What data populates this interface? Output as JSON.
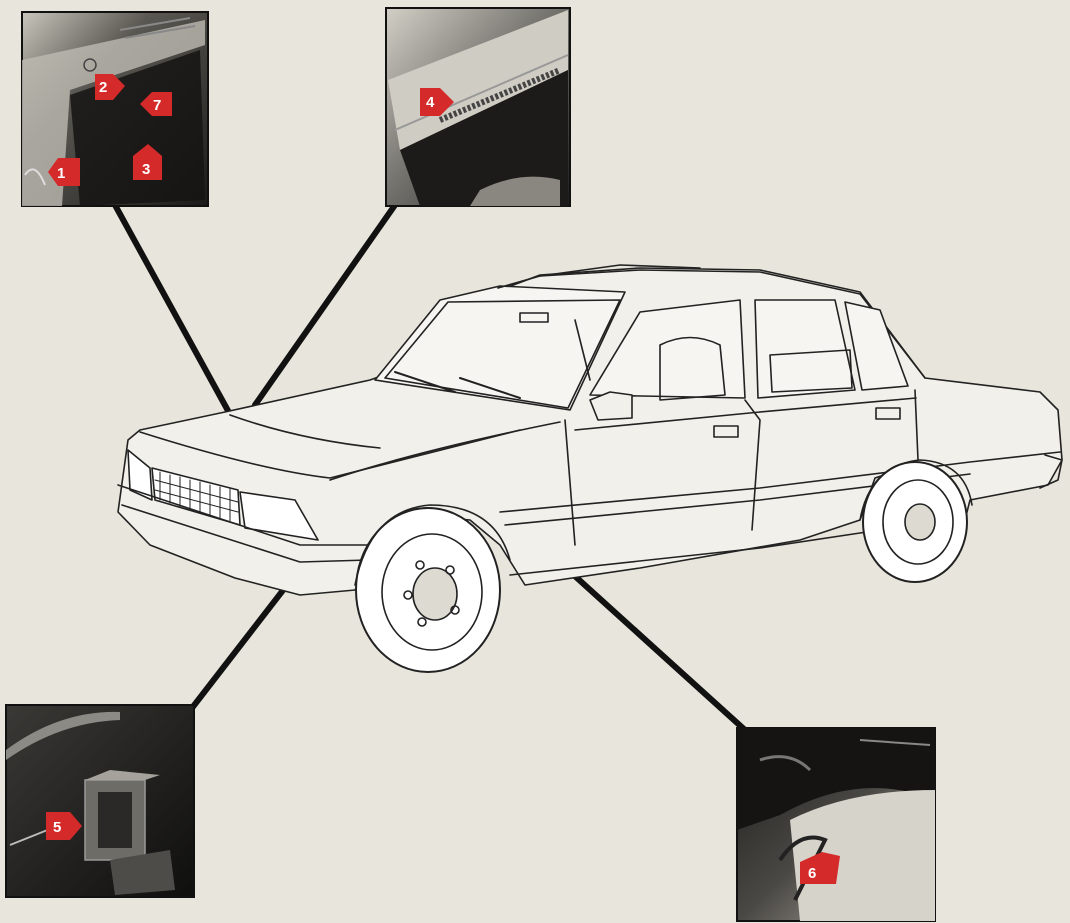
{
  "page": {
    "background": "#e8e5dc",
    "marker_color": "#d42a2a",
    "leader_color": "#111111"
  },
  "illustration": {
    "subject": "car-line-drawing-sedan",
    "icons": [
      "car-icon",
      "callout-arrow-icon"
    ]
  },
  "callouts": [
    {
      "id": "photo-a",
      "markers": [
        {
          "label": "1"
        },
        {
          "label": "2"
        },
        {
          "label": "3"
        },
        {
          "label": "7"
        }
      ]
    },
    {
      "id": "photo-b",
      "markers": [
        {
          "label": "4"
        }
      ]
    },
    {
      "id": "photo-c",
      "markers": [
        {
          "label": "5"
        }
      ]
    },
    {
      "id": "photo-d",
      "markers": [
        {
          "label": "6"
        }
      ]
    }
  ]
}
